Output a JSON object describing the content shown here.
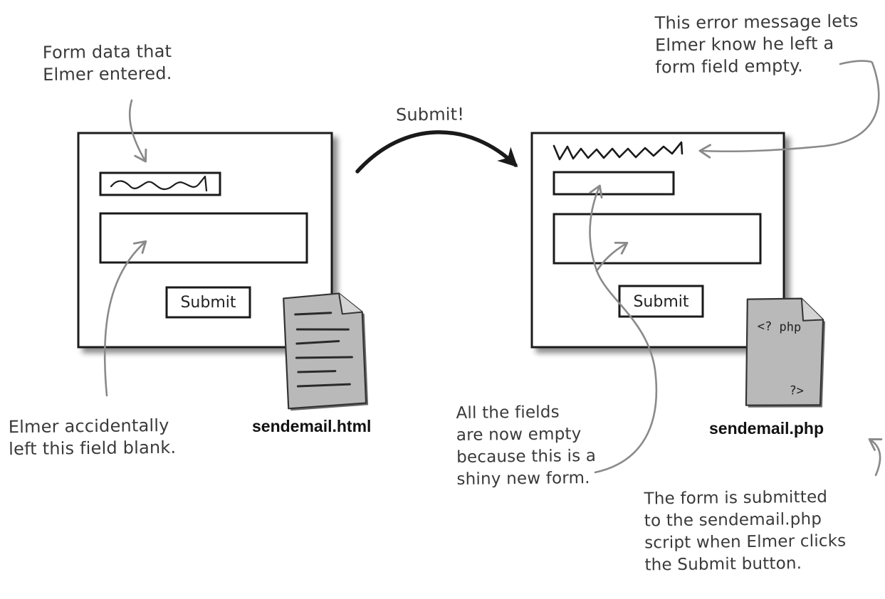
{
  "annotations": {
    "form_data": "Form data that\nElmer entered.",
    "error_message": "This error message lets\nElmer know he left a\nform field empty.",
    "submit_action": "Submit!",
    "blank_field": "Elmer accidentally\nleft this field blank.",
    "empty_fields": "All the fields\nare now empty\nbecause this is a\nshiny new form.",
    "submitted_to": "The form is submitted\nto the sendemail.php\nscript when Elmer clicks\nthe Submit button."
  },
  "left_form": {
    "submit_label": "Submit",
    "file_name": "sendemail.html"
  },
  "right_form": {
    "submit_label": "Submit",
    "file_name": "sendemail.php",
    "php_open_tag": "<? php",
    "php_close_tag": "?>"
  },
  "colors": {
    "ink": "#1a1a1a",
    "annotation": "#3a3a3a",
    "arrow_gray": "#8a8a8a",
    "doc_fill": "#b9b9b9",
    "doc_shadow": "#6a6a6a"
  }
}
